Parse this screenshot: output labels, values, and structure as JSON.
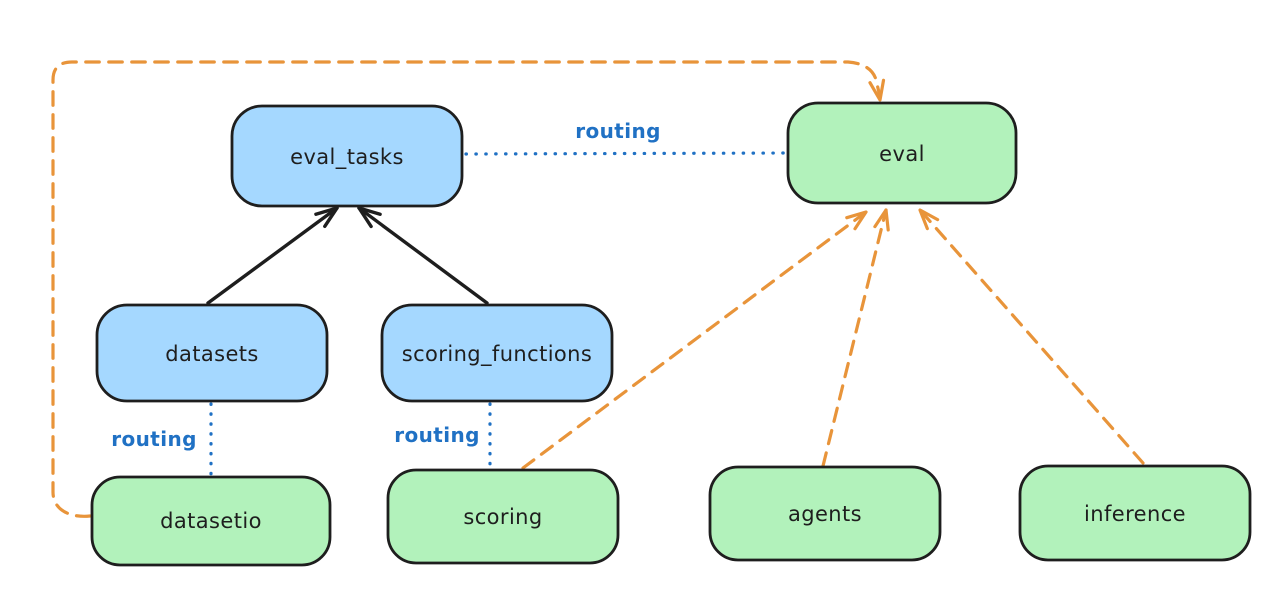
{
  "colors": {
    "background": "#ffffff",
    "blue_fill": "#a5d8ff",
    "green_fill": "#b2f2bb",
    "node_stroke": "#1e1e1e",
    "black_edge": "#1e1e1e",
    "routing_blue": "#2071c4",
    "orange": "#e8943a"
  },
  "nodes": {
    "eval_tasks": {
      "label": "eval_tasks",
      "color": "blue"
    },
    "eval": {
      "label": "eval",
      "color": "green"
    },
    "datasets": {
      "label": "datasets",
      "color": "blue"
    },
    "scoring_functions": {
      "label": "scoring_functions",
      "color": "blue"
    },
    "datasetio": {
      "label": "datasetio",
      "color": "green"
    },
    "scoring": {
      "label": "scoring",
      "color": "green"
    },
    "agents": {
      "label": "agents",
      "color": "green"
    },
    "inference": {
      "label": "inference",
      "color": "green"
    }
  },
  "edges": [
    {
      "from": "datasets",
      "to": "eval_tasks",
      "style": "solid-arrow",
      "color": "black",
      "label": ""
    },
    {
      "from": "scoring_functions",
      "to": "eval_tasks",
      "style": "solid-arrow",
      "color": "black",
      "label": ""
    },
    {
      "from": "eval_tasks",
      "to": "eval",
      "style": "dotted",
      "color": "blue",
      "label": "routing"
    },
    {
      "from": "datasets",
      "to": "datasetio",
      "style": "dotted",
      "color": "blue",
      "label": "routing"
    },
    {
      "from": "scoring_functions",
      "to": "scoring",
      "style": "dotted",
      "color": "blue",
      "label": "routing"
    },
    {
      "from": "datasetio",
      "to": "eval",
      "style": "dashed-arrow",
      "color": "orange",
      "label": ""
    },
    {
      "from": "scoring",
      "to": "eval",
      "style": "dashed-arrow",
      "color": "orange",
      "label": ""
    },
    {
      "from": "agents",
      "to": "eval",
      "style": "dashed-arrow",
      "color": "orange",
      "label": ""
    },
    {
      "from": "inference",
      "to": "eval",
      "style": "dashed-arrow",
      "color": "orange",
      "label": ""
    }
  ]
}
